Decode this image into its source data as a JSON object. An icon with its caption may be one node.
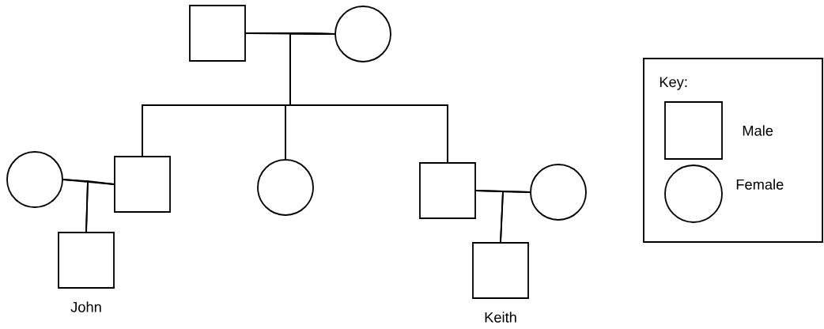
{
  "diagram": {
    "nodes": [
      {
        "text": [],
        "shape": "box"
      },
      {
        "text": [],
        "shape": "circle"
      },
      {
        "text": [],
        "shape": "circle"
      },
      {
        "text": [],
        "shape": "box"
      },
      {
        "text": [],
        "shape": "circle"
      },
      {
        "text": [],
        "shape": "box"
      },
      {
        "text": [],
        "shape": "circle"
      },
      {
        "text": [],
        "shape": "box",
        "beside": [
          "John"
        ]
      },
      {
        "text": [],
        "shape": "box",
        "beside": [
          "Keith"
        ]
      },
      {
        "text": [
          "Key:"
        ]
      }
    ],
    "edges": [
      {
        "from": 0,
        "to": 1,
        "arrow": "none"
      },
      {
        "from": 0,
        "to": 3,
        "arrow": "none"
      },
      {
        "from": 0,
        "to": 4,
        "arrow": "none"
      },
      {
        "from": 0,
        "to": 5,
        "arrow": "none"
      },
      {
        "from": 1,
        "to": 3,
        "arrow": "none"
      },
      {
        "from": 1,
        "to": 4,
        "arrow": "none"
      },
      {
        "from": 1,
        "to": 5,
        "arrow": "none"
      },
      {
        "from": 2,
        "to": 3,
        "arrow": "none"
      },
      {
        "from": 2,
        "to": 7,
        "arrow": "none"
      },
      {
        "from": 3,
        "to": 7,
        "arrow": "none"
      },
      {
        "from": 5,
        "to": 6,
        "arrow": "none"
      },
      {
        "from": 5,
        "to": 8,
        "arrow": "none"
      },
      {
        "from": 6,
        "to": 8,
        "arrow": "none"
      }
    ],
    "legend": [
      {
        "text": "Male"
      },
      {
        "text": "Female"
      }
    ]
  }
}
